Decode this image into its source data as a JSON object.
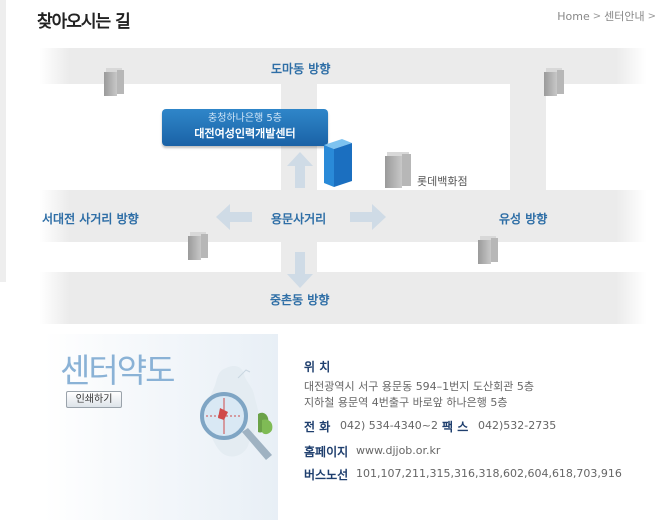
{
  "page_title": "찾아오시는 길",
  "breadcrumb": {
    "home": "Home",
    "current": "센터안내"
  },
  "map": {
    "direction_north": "도마동 방향",
    "direction_west": "서대전 사거리 방향",
    "direction_east": "유성 방향",
    "direction_south": "중촌동 방향",
    "intersection": "용문사거리",
    "center_bubble_line1": "충청하나은행 5층",
    "center_bubble_line2": "대전여성인력개발센터",
    "lotte_label": "롯데백화점"
  },
  "brand": {
    "title": "센터약도",
    "print_button": "인쇄하기"
  },
  "info": {
    "location_label": "위 치",
    "location_line1": "대전광역시 서구 용문동 594–1번지 도산회관 5층",
    "location_line2": "지하철 용문역 4번출구 바로앞 하나은행 5층",
    "phone_label": "전 화",
    "phone_value": "042) 534-4340~2",
    "fax_label": "팩 스",
    "fax_value": "042)532-2735",
    "homepage_label": "홈페이지",
    "homepage_value": "www.djjob.or.kr",
    "bus_label": "버스노선",
    "bus_value": "101,107,211,315,316,318,602,604,618,703,916"
  },
  "colors": {
    "accent_blue": "#2e6ea6",
    "label_navy": "#1f3f6e",
    "bubble_blue": "#1a62a6"
  }
}
